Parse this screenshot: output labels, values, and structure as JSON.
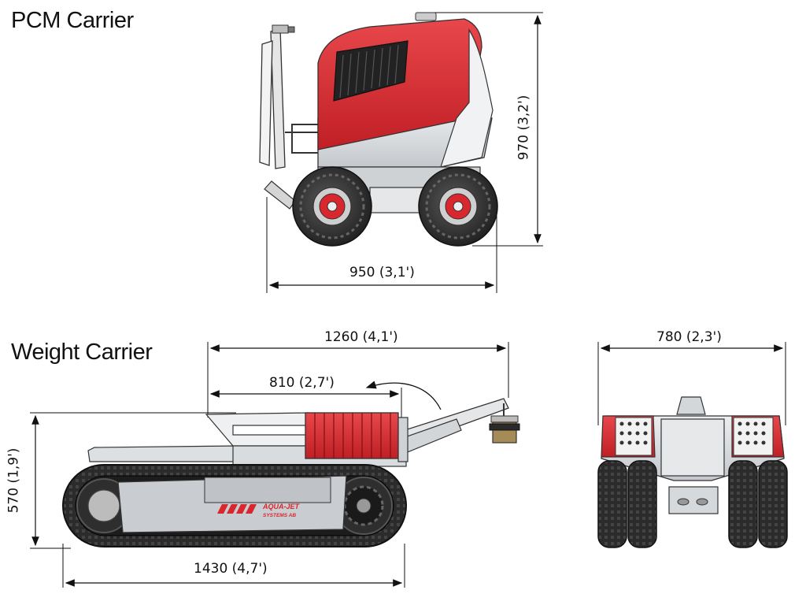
{
  "headings": {
    "pcm_carrier": "PCM Carrier",
    "weight_carrier": "Weight Carrier"
  },
  "dimensions": {
    "pcm_height": "970 (3,2')",
    "pcm_width": "950 (3,1')",
    "weight_overall": "1260 (4,1')",
    "weight_boom": "810 (2,7')",
    "weight_height": "570 (1,9')",
    "weight_length": "1430 (4,7')",
    "rear_width": "780 (2,3')"
  },
  "logo": {
    "brand_top": "AQUA-JET",
    "brand_bottom": "SYSTEMS AB"
  },
  "colors": {
    "accent_red": "#d8272d",
    "body_grey": "#d9dcdf",
    "dark": "#2a2a2a",
    "line": "#111111"
  }
}
